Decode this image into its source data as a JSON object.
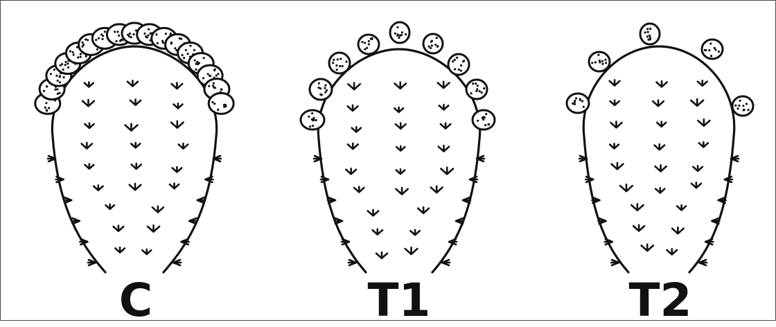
{
  "panels": [
    {
      "label": "C"
    },
    {
      "label": "T1"
    },
    {
      "label": "T2"
    }
  ]
}
